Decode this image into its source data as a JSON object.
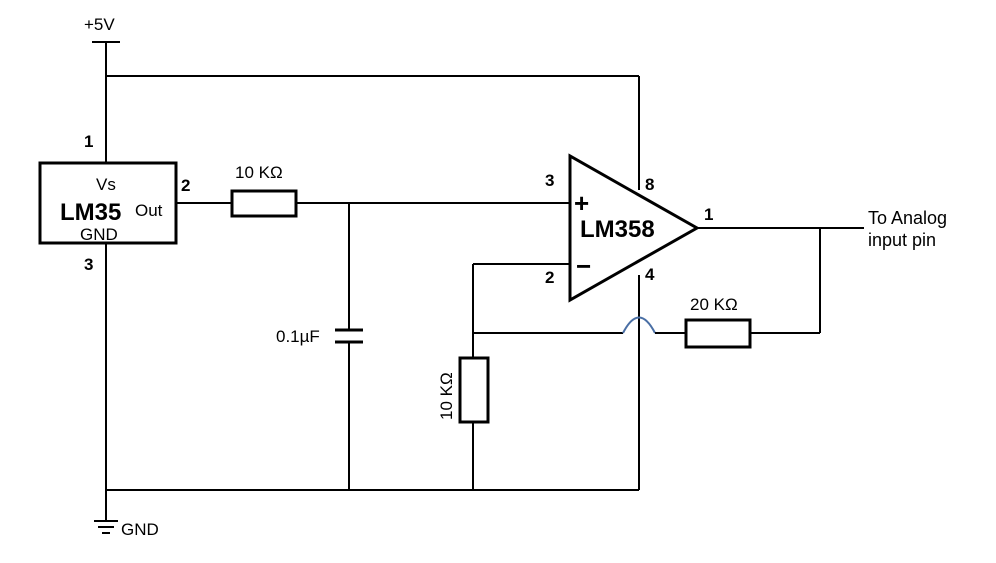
{
  "supply": {
    "label": "+5V"
  },
  "ground": {
    "label": "GND"
  },
  "lm35": {
    "name": "LM35",
    "vs": "Vs",
    "out": "Out",
    "gnd": "GND",
    "pin1": "1",
    "pin2": "2",
    "pin3": "3"
  },
  "r_input": {
    "label": "10 KΩ"
  },
  "capacitor": {
    "label": "0.1µF"
  },
  "opamp": {
    "name": "LM358",
    "plus": "+",
    "minus": "−",
    "pin_noninv": "3",
    "pin_inv": "2",
    "pin_vcc": "8",
    "pin_gnd": "4",
    "pin_out": "1"
  },
  "r_ground": {
    "label": "10 KΩ"
  },
  "r_feedback": {
    "label": "20 KΩ"
  },
  "output": {
    "line1": "To Analog",
    "line2": "input pin"
  },
  "colors": {
    "wire": "#000000",
    "crossover": "#4a6fa5"
  }
}
